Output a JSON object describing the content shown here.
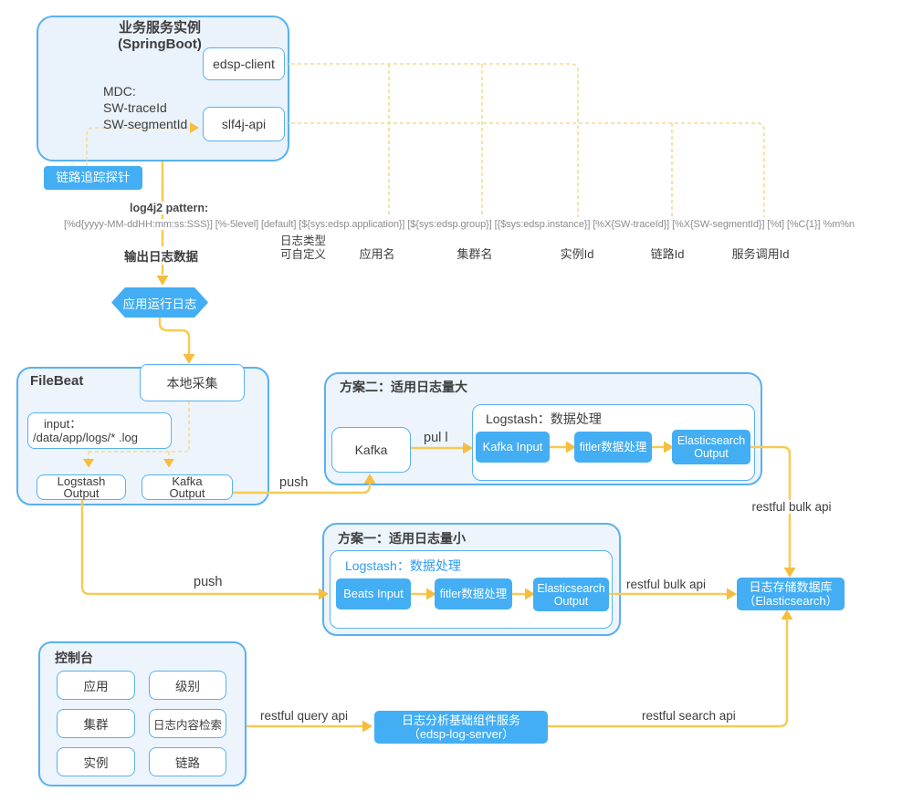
{
  "springboot": {
    "title_line1": "业务服务实例",
    "title_line2": "(SpringBoot)",
    "mdc_line1": "MDC:",
    "mdc_line2": "SW-traceId",
    "mdc_line3": "SW-segmentId",
    "edsp_client": "edsp-client",
    "slf4j_api": "slf4j-api"
  },
  "probe_label": "链路追踪探针",
  "log_pattern": {
    "title": "log4j2 pattern:",
    "pattern": "[%d{yyyy-MM-ddHH:mm:ss:SSS}] [%-5level] [default] [${sys:edsp.application}] [${sys:edsp.group}] [{$sys:edsp.instance}] [%X{SW-traceId}] [%X{SW-segmentId}] [%t] [%C{1}] %m%n"
  },
  "annotations": {
    "output_log": "输出日志数据",
    "log_type_line1": "日志类型",
    "log_type_line2": "可自定义",
    "app_name": "应用名",
    "cluster_name": "集群名",
    "instance_id": "实例Id",
    "trace_id": "链路Id",
    "service_call_id": "服务调用Id"
  },
  "app_log_hexagon": "应用运行日志",
  "filebeat": {
    "title": "FileBeat",
    "local_collect": "本地采集",
    "input_line1": "input：",
    "input_line2": "/data/app/logs/* .log",
    "logstash_output_line1": "Logstash",
    "logstash_output_line2": "Output",
    "kafka_output_line1": "Kafka",
    "kafka_output_line2": "Output"
  },
  "plan2": {
    "title": "方案二：适用日志量大",
    "kafka": "Kafka",
    "logstash_title": "Logstash：数据处理",
    "kafka_input": "Kafka Input",
    "filter": "fitler数据处理",
    "es_output_line1": "Elasticsearch",
    "es_output_line2": "Output"
  },
  "plan1": {
    "title": "方案一：适用日志量小",
    "logstash_title": "Logstash：数据处理",
    "beats_input": "Beats Input",
    "filter": "fitler数据处理",
    "es_output_line1": "Elasticsearch",
    "es_output_line2": "Output"
  },
  "es_db": {
    "line1": "日志存储数据库",
    "line2": "（Elasticsearch）"
  },
  "log_server": {
    "line1": "日志分析基础组件服务",
    "line2": "（edsp-log-server）"
  },
  "console": {
    "title": "控制台",
    "buttons": [
      "应用",
      "级别",
      "集群",
      "日志内容检索",
      "实例",
      "链路"
    ]
  },
  "edge_labels": {
    "push_kafka": "push",
    "pull": "pul l",
    "push_logstash": "push",
    "restful_bulk_plan2": "restful bulk api",
    "restful_bulk_plan1": "restful bulk api",
    "restful_query": "restful query api",
    "restful_search": "restful search api"
  },
  "colors": {
    "node_blue": "#43aef3",
    "border_blue": "#58b1f1",
    "container_fill": "#edf4fc",
    "line_yellow": "#f8ca54",
    "dashed_yellow": "#f7da8f",
    "arrow_yellow": "#f7bd3e",
    "text_dark": "#3d3d3d",
    "logstash_title_blue": "#2d9cf4"
  }
}
